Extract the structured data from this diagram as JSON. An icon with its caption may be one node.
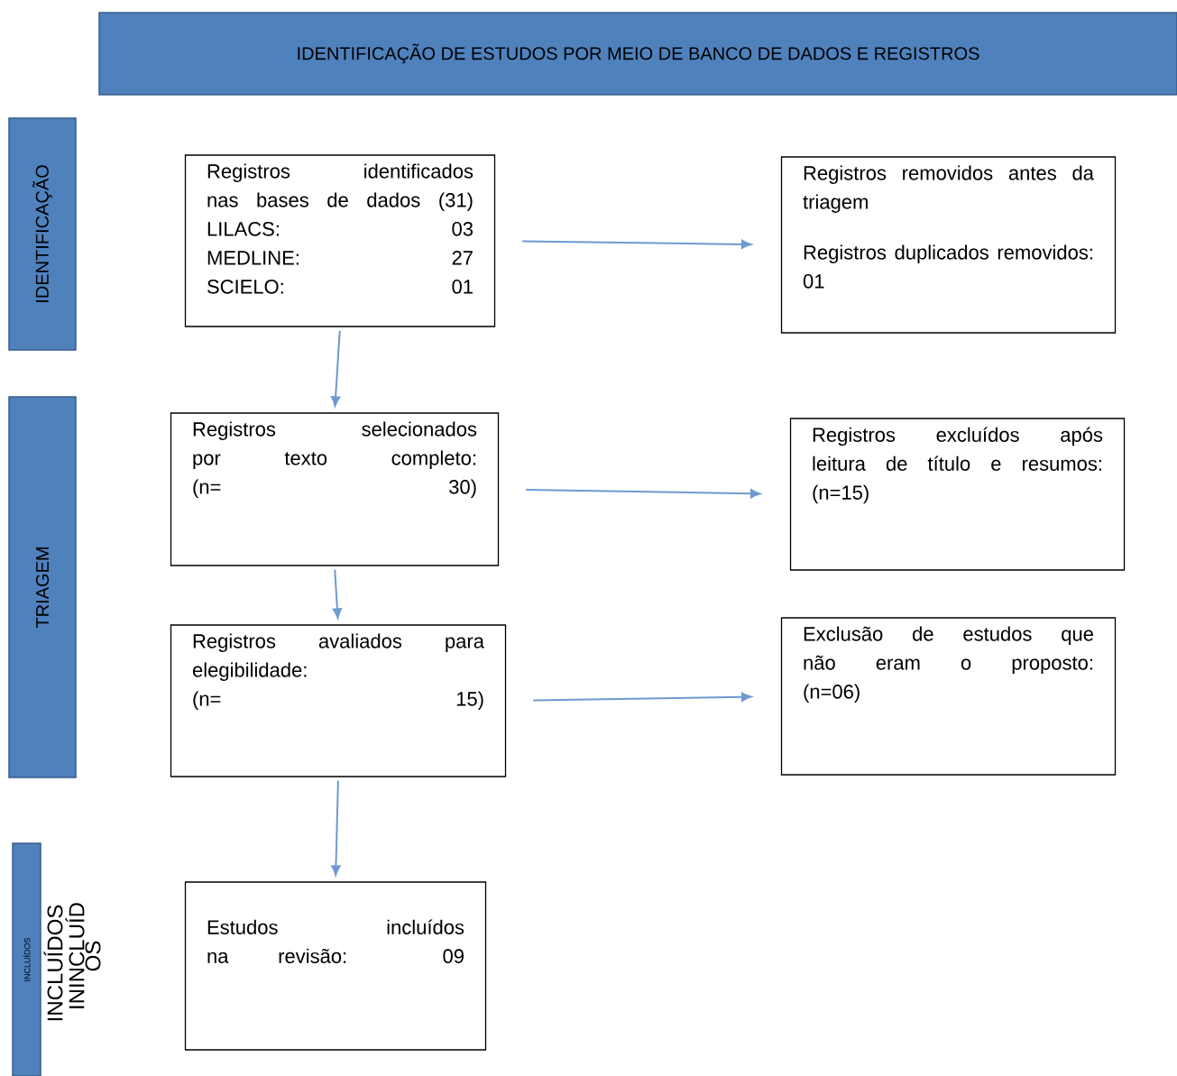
{
  "diagram": {
    "nodes": [
      {
        "text": [
          "IDENTIFICAÇÃO DE ESTUDOS POR MEIO DE BANCO DE DADOS E REGISTROS"
        ]
      },
      {
        "text": [
          "IDENTIFICAÇÃO"
        ]
      },
      {
        "text": [
          "TRIAGEM"
        ]
      },
      {
        "text": [
          "INCLUÍDOS"
        ],
        "beside": [
          "INCLUÍDOS"
        ]
      },
      {
        "text": [
          "Registros identificados nas bases de dados (31)",
          "LILACS: 03",
          "MEDLINE: 27",
          "SCIELO: 01"
        ]
      },
      {
        "text": [
          "Registros removidos antes da triagem",
          "Registros duplicados removidos: 01"
        ]
      },
      {
        "text": [
          "Registros selecionados por texto completo:",
          "(n= 30)"
        ]
      },
      {
        "text": [
          "Registros excluídos após leitura de título e resumos:",
          "(n=15)"
        ]
      },
      {
        "text": [
          "Registros avaliados para elegibilidade:",
          "(n= 15)"
        ]
      },
      {
        "text": [
          "Exclusão de estudos que não eram o proposto:",
          "(n=06)"
        ]
      },
      {
        "text": [
          "Estudos incluídos na revisão: 09"
        ]
      }
    ],
    "edges": [
      {
        "from": 4,
        "to": 5,
        "arrow": "to"
      },
      {
        "from": 4,
        "to": 6,
        "arrow": "to"
      },
      {
        "from": 6,
        "to": 7,
        "arrow": "to"
      },
      {
        "from": 6,
        "to": 8,
        "arrow": "to"
      },
      {
        "from": 8,
        "to": 9,
        "arrow": "to"
      },
      {
        "from": 8,
        "to": 10,
        "arrow": "to"
      }
    ],
    "labels": [
      "ININCLUÍD OS"
    ]
  }
}
